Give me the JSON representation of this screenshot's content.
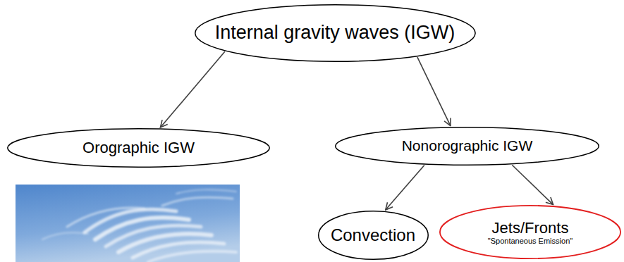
{
  "diagram": {
    "nodes": [
      {
        "text": [
          "Internal gravity waves (IGW)"
        ]
      },
      {
        "text": [
          "Orographic IGW"
        ]
      },
      {
        "text": [
          "Nonorographic IGW"
        ]
      },
      {
        "text": [
          "Convection"
        ]
      },
      {
        "text": [
          "Jets/Fronts",
          "\"Spontaneous Emission\""
        ]
      }
    ],
    "edges": [
      {
        "from": 0,
        "to": 1,
        "arrow": "to"
      },
      {
        "from": 0,
        "to": 2,
        "arrow": "to"
      },
      {
        "from": 2,
        "to": 3,
        "arrow": "to"
      },
      {
        "from": 2,
        "to": 4,
        "arrow": "to"
      }
    ]
  }
}
